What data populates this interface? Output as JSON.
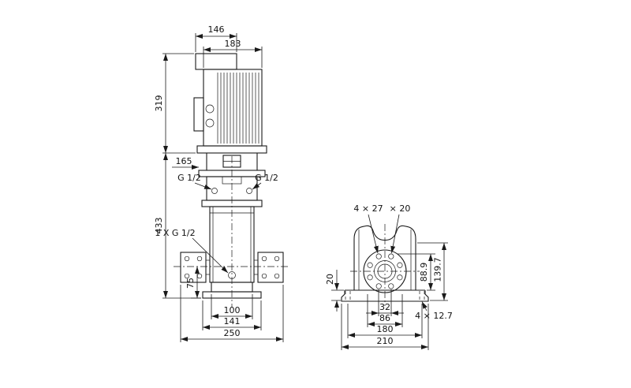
{
  "side_view": {
    "dims": {
      "fan_cover_width": "146",
      "motor_width": "183",
      "motor_height": "319",
      "pump_height": "433",
      "head_offset": "165",
      "gauge_port_left": "G 1/2",
      "gauge_port_right": "G 1/2",
      "drain_port": "1 X G 1/2",
      "axis_height": "75",
      "base_top_width": "100",
      "foot_width": "141",
      "flange_span": "250"
    }
  },
  "end_view": {
    "dims": {
      "bolt_holes": "4 × 27",
      "bolt_depth": "× 20",
      "base_plate_height": "20",
      "pipe_od": "88.9",
      "port_height": "139.7",
      "hole_pitch": "32",
      "bolt_circle": "86",
      "anchor_pitch": "180",
      "base_width": "210",
      "anchor_slots": "4 × 12.7"
    }
  }
}
